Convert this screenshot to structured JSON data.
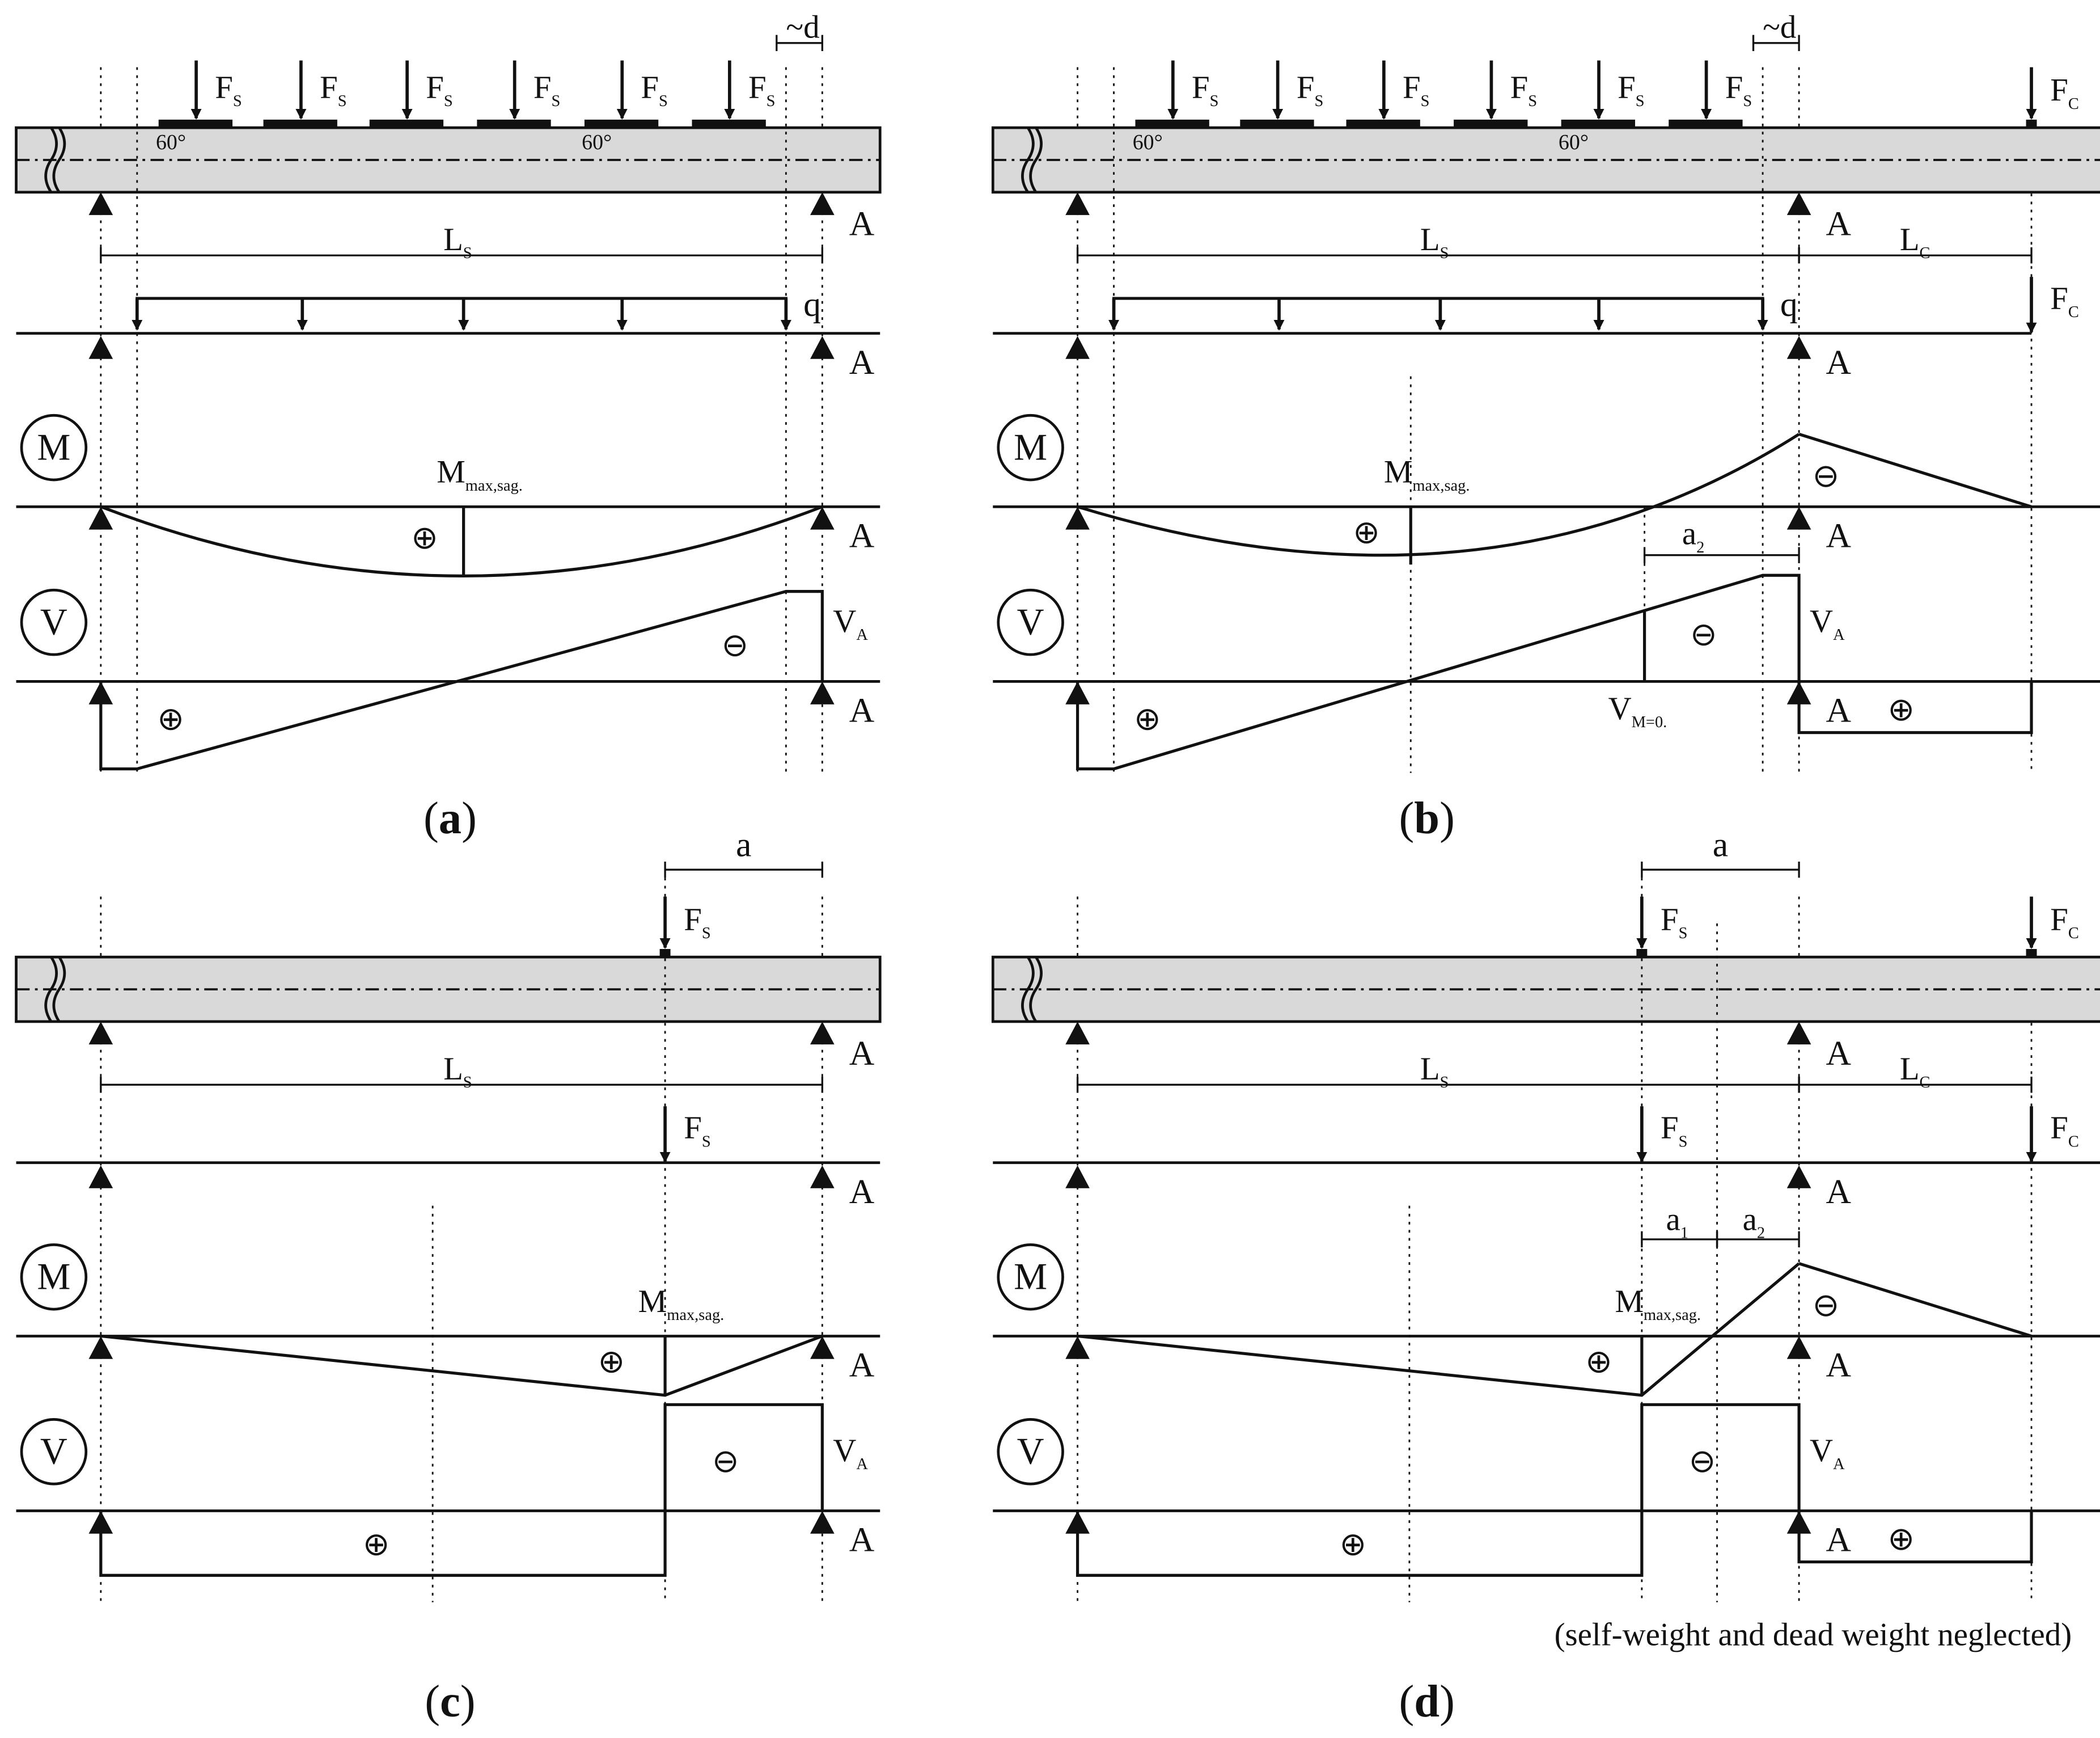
{
  "panels": {
    "a": {
      "caption": "a",
      "load_label": "F",
      "load_sub": "S",
      "angle_label": "60°",
      "gap_label": "~d",
      "support_label": "A",
      "span_label": "L",
      "span_sub": "S",
      "udl_label": "q",
      "moment_symbol": "M",
      "shear_symbol": "V",
      "mmax_label": "M",
      "mmax_sub": "max,sag.",
      "va_label": "V",
      "va_sub": "A",
      "plus": "⊕",
      "minus": "⊖"
    },
    "b": {
      "caption": "b",
      "load_label": "F",
      "load_sub": "S",
      "angle_label": "60°",
      "gap_label": "~d",
      "cant_load_label": "F",
      "cant_load_sub": "C",
      "support_label": "A",
      "span_label": "L",
      "span_sub": "S",
      "cant_label": "L",
      "cant_sub": "C",
      "udl_label": "q",
      "moment_symbol": "M",
      "shear_symbol": "V",
      "mmax_label": "M",
      "mmax_sub": "max,sag.",
      "a2_label": "a",
      "a2_sub": "2",
      "va_label": "V",
      "va_sub": "A",
      "vm0_label": "V",
      "vm0_sub": "M=0.",
      "plus": "⊕",
      "minus": "⊖"
    },
    "c": {
      "caption": "c",
      "a_label": "a",
      "load_label": "F",
      "load_sub": "S",
      "support_label": "A",
      "span_label": "L",
      "span_sub": "S",
      "moment_symbol": "M",
      "shear_symbol": "V",
      "mmax_label": "M",
      "mmax_sub": "max,sag.",
      "va_label": "V",
      "va_sub": "A",
      "plus": "⊕",
      "minus": "⊖"
    },
    "d": {
      "caption": "d",
      "a_label": "a",
      "load_label": "F",
      "load_sub": "S",
      "cant_load_label": "F",
      "cant_load_sub": "C",
      "support_label": "A",
      "span_label": "L",
      "span_sub": "S",
      "cant_label": "L",
      "cant_sub": "C",
      "moment_symbol": "M",
      "shear_symbol": "V",
      "a1_label": "a",
      "a1_sub": "1",
      "a2_label": "a",
      "a2_sub": "2",
      "mmax_label": "M",
      "mmax_sub": "max,sag.",
      "va_label": "V",
      "va_sub": "A",
      "plus": "⊕",
      "minus": "⊖",
      "note": "(self-weight and dead weight neglected)"
    }
  }
}
